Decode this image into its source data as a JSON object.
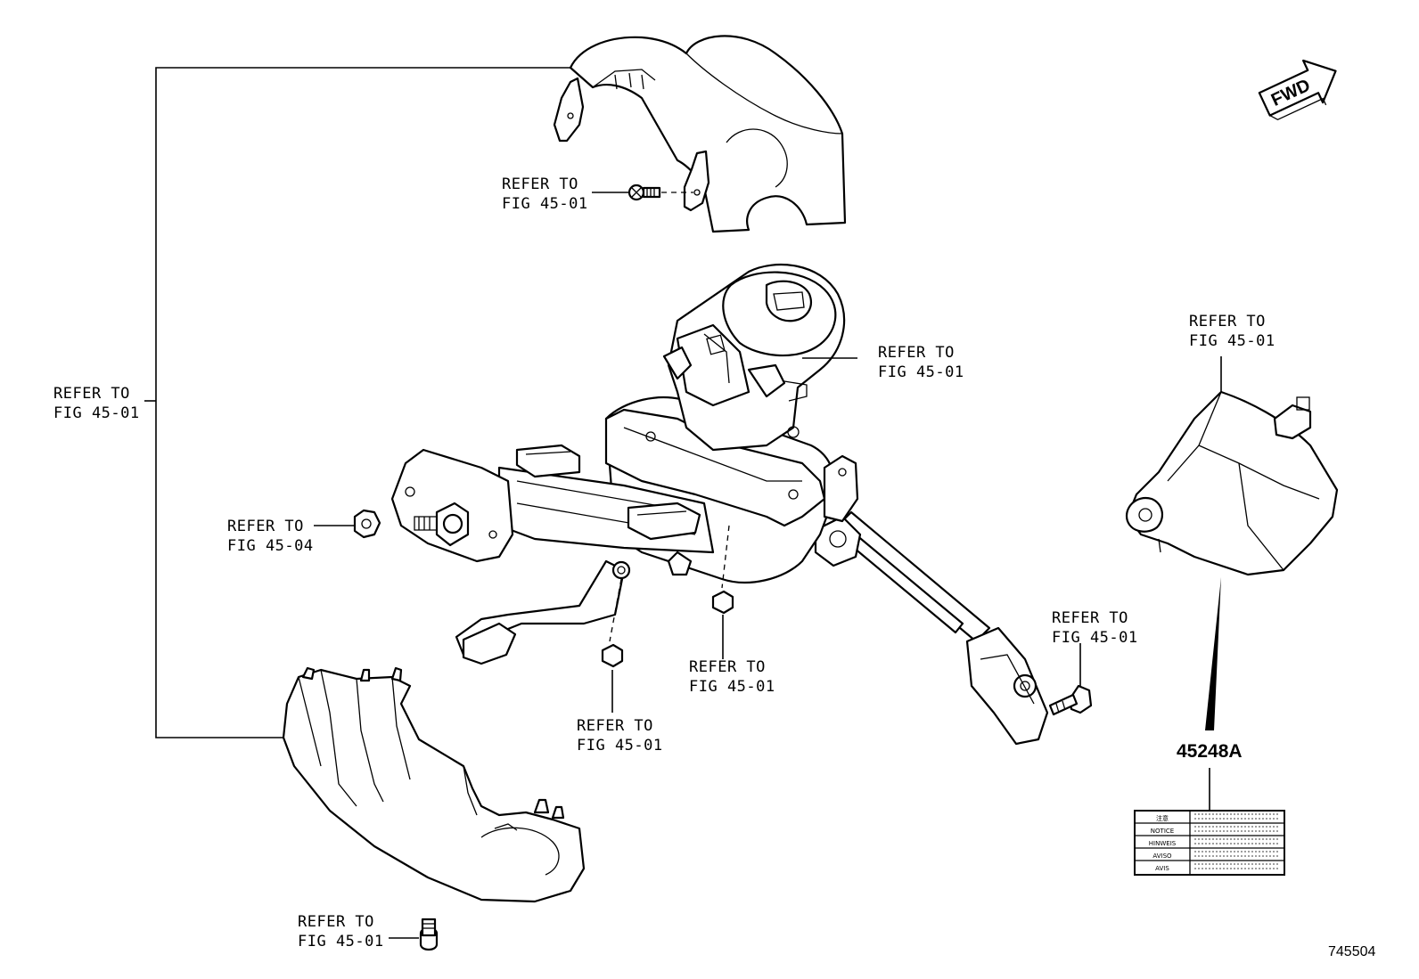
{
  "diagram": {
    "fwd_label": "FWD",
    "callouts": [
      {
        "id": "upper-cover",
        "line1": "REFER TO",
        "line2": "FIG 45-01"
      },
      {
        "id": "left-bracket",
        "line1": "REFER TO",
        "line2": "FIG 45-01"
      },
      {
        "id": "ignition",
        "line1": "REFER TO",
        "line2": "FIG 45-01"
      },
      {
        "id": "right-cover",
        "line1": "REFER TO",
        "line2": "FIG 45-01"
      },
      {
        "id": "nut",
        "line1": "REFER TO",
        "line2": "FIG 45-04"
      },
      {
        "id": "shaft-bolt",
        "line1": "REFER TO",
        "line2": "FIG 45-01"
      },
      {
        "id": "center-nut",
        "line1": "REFER TO",
        "line2": "FIG 45-01"
      },
      {
        "id": "lower-nut",
        "line1": "REFER TO",
        "line2": "FIG 45-01"
      },
      {
        "id": "lower-screw",
        "line1": "REFER TO",
        "line2": "FIG 45-01"
      }
    ],
    "part_number": "45248A",
    "notice_label": {
      "rows": [
        "注意",
        "NOTICE",
        "HINWEIS",
        "AVISO",
        "AVIS"
      ]
    },
    "illustration_number": "745504"
  }
}
